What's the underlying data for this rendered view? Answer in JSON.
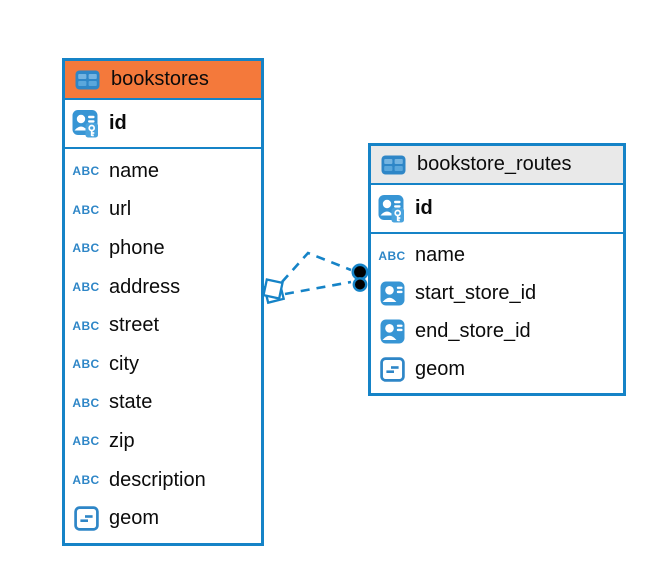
{
  "diagram_type": "entity-relationship",
  "colors": {
    "table_border": "#1583c7",
    "relation_line": "#1583c7",
    "bookstores_header": "#f4793b",
    "bookstore_routes_header": "#e9e9e9",
    "icon_fill": "#3795d4",
    "text": "#0b0b0b"
  },
  "icons": {
    "text_type_label": "ABC"
  },
  "tables": [
    {
      "name": "bookstores",
      "header_color": "#f4793b",
      "primary_key": {
        "name": "id",
        "type": "primary-key"
      },
      "columns": [
        {
          "name": "name",
          "type": "text"
        },
        {
          "name": "url",
          "type": "text"
        },
        {
          "name": "phone",
          "type": "text"
        },
        {
          "name": "address",
          "type": "text"
        },
        {
          "name": "street",
          "type": "text"
        },
        {
          "name": "city",
          "type": "text"
        },
        {
          "name": "state",
          "type": "text"
        },
        {
          "name": "zip",
          "type": "text"
        },
        {
          "name": "description",
          "type": "text"
        },
        {
          "name": "geom",
          "type": "geometry"
        }
      ]
    },
    {
      "name": "bookstore_routes",
      "header_color": "#e9e9e9",
      "primary_key": {
        "name": "id",
        "type": "primary-key"
      },
      "columns": [
        {
          "name": "name",
          "type": "text"
        },
        {
          "name": "start_store_id",
          "type": "foreign-key"
        },
        {
          "name": "end_store_id",
          "type": "foreign-key"
        },
        {
          "name": "geom",
          "type": "geometry"
        }
      ]
    }
  ],
  "relation": {
    "from_table": "bookstores",
    "to_table": "bookstore_routes",
    "line_style": "dashed"
  }
}
